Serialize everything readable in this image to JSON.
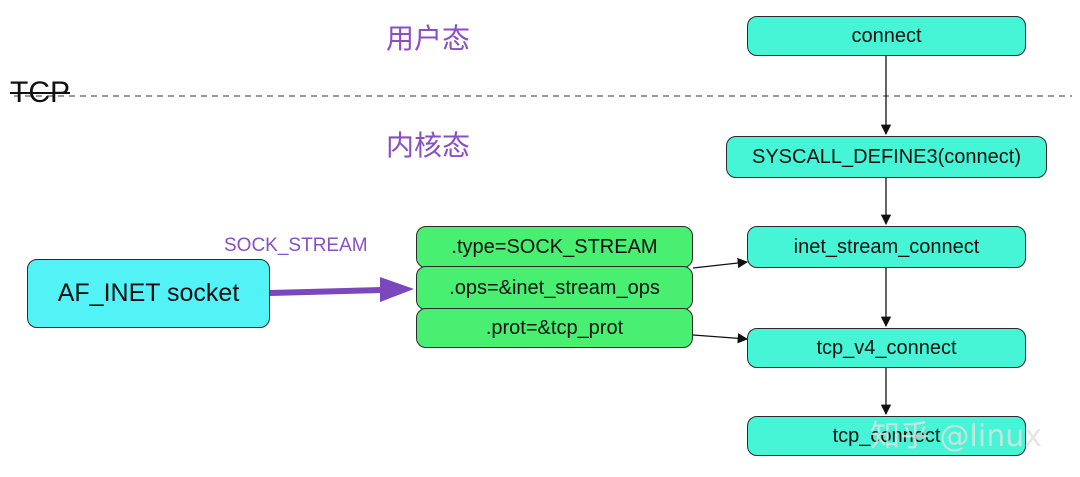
{
  "zones": {
    "user": "用户态",
    "kernel": "内核态",
    "boundary": "TCP"
  },
  "flow": {
    "connect": "connect",
    "syscall": "SYSCALL_DEFINE3(connect)",
    "inet_stream_connect": "inet_stream_connect",
    "tcp_v4_connect": "tcp_v4_connect",
    "tcp_connect": "tcp_connect"
  },
  "socket": {
    "label": "AF_INET socket",
    "edge_label": "SOCK_STREAM"
  },
  "fields": [
    {
      "label": ".type=SOCK_STREAM"
    },
    {
      "label": ".ops=&inet_stream_ops"
    },
    {
      "label": ".prot=&tcp_prot"
    }
  ],
  "watermark": "知乎 @linux",
  "colors": {
    "flow_box": "#45f5d6",
    "socket_box": "#53f2f7",
    "field_box": "#48ef70",
    "zone_text": "#8a4fc4",
    "socket_arrow": "#7b47bd"
  }
}
